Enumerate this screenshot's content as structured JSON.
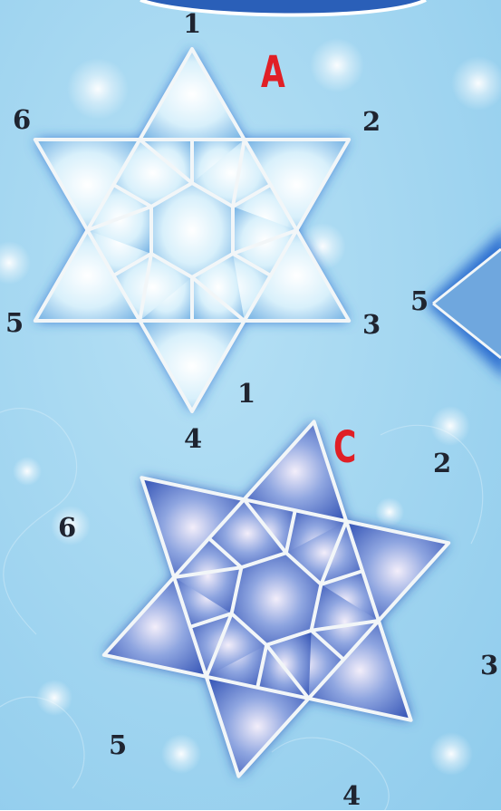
{
  "puzzle": {
    "stars": [
      {
        "id": "A",
        "letter": "A",
        "points": [
          "1",
          "2",
          "3",
          "4",
          "5",
          "6"
        ]
      },
      {
        "id": "C",
        "letter": "C",
        "points": [
          "1",
          "2",
          "3",
          "4",
          "5",
          "6"
        ]
      }
    ],
    "partial_star": {
      "point_label": "5"
    }
  },
  "colors": {
    "background": "#8ecbec",
    "background_light": "#b7e1f5",
    "star_a_fill": "#d4effa",
    "star_a_glow": "#2f6fd0",
    "star_c_fill": "#6e86cf",
    "star_c_glow": "#2a55b9",
    "frame": "#f2f6f8",
    "letter": "#e01f26",
    "numbers": "#1f2430"
  }
}
